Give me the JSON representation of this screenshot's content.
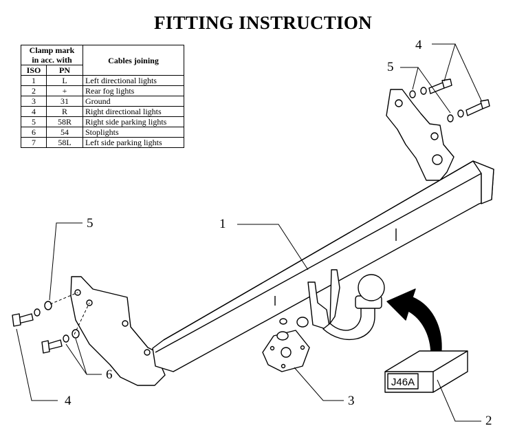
{
  "title": "FITTING INSTRUCTION",
  "table": {
    "header_group": "Clamp mark in acc. with",
    "header_group_line1": "Clamp mark",
    "header_group_line2": "in acc. with",
    "header_iso": "ISO",
    "header_pn": "PN",
    "header_cables": "Cables joining",
    "rows": [
      {
        "iso": "1",
        "pn": "L",
        "cable": "Left directional lights"
      },
      {
        "iso": "2",
        "pn": "+",
        "cable": "Rear fog lights"
      },
      {
        "iso": "3",
        "pn": "31",
        "cable": "Ground"
      },
      {
        "iso": "4",
        "pn": "R",
        "cable": "Right directional lights"
      },
      {
        "iso": "5",
        "pn": "58R",
        "cable": "Right side parking lights"
      },
      {
        "iso": "6",
        "pn": "54",
        "cable": "Stoplights"
      },
      {
        "iso": "7",
        "pn": "58L",
        "cable": "Left side parking lights"
      }
    ]
  },
  "callouts": {
    "c1": "1",
    "c2": "2",
    "c3": "3",
    "c4_top": "4",
    "c4_bottom": "4",
    "c5_top": "5",
    "c5_left": "5",
    "c6": "6"
  },
  "plate_label": "J46A"
}
